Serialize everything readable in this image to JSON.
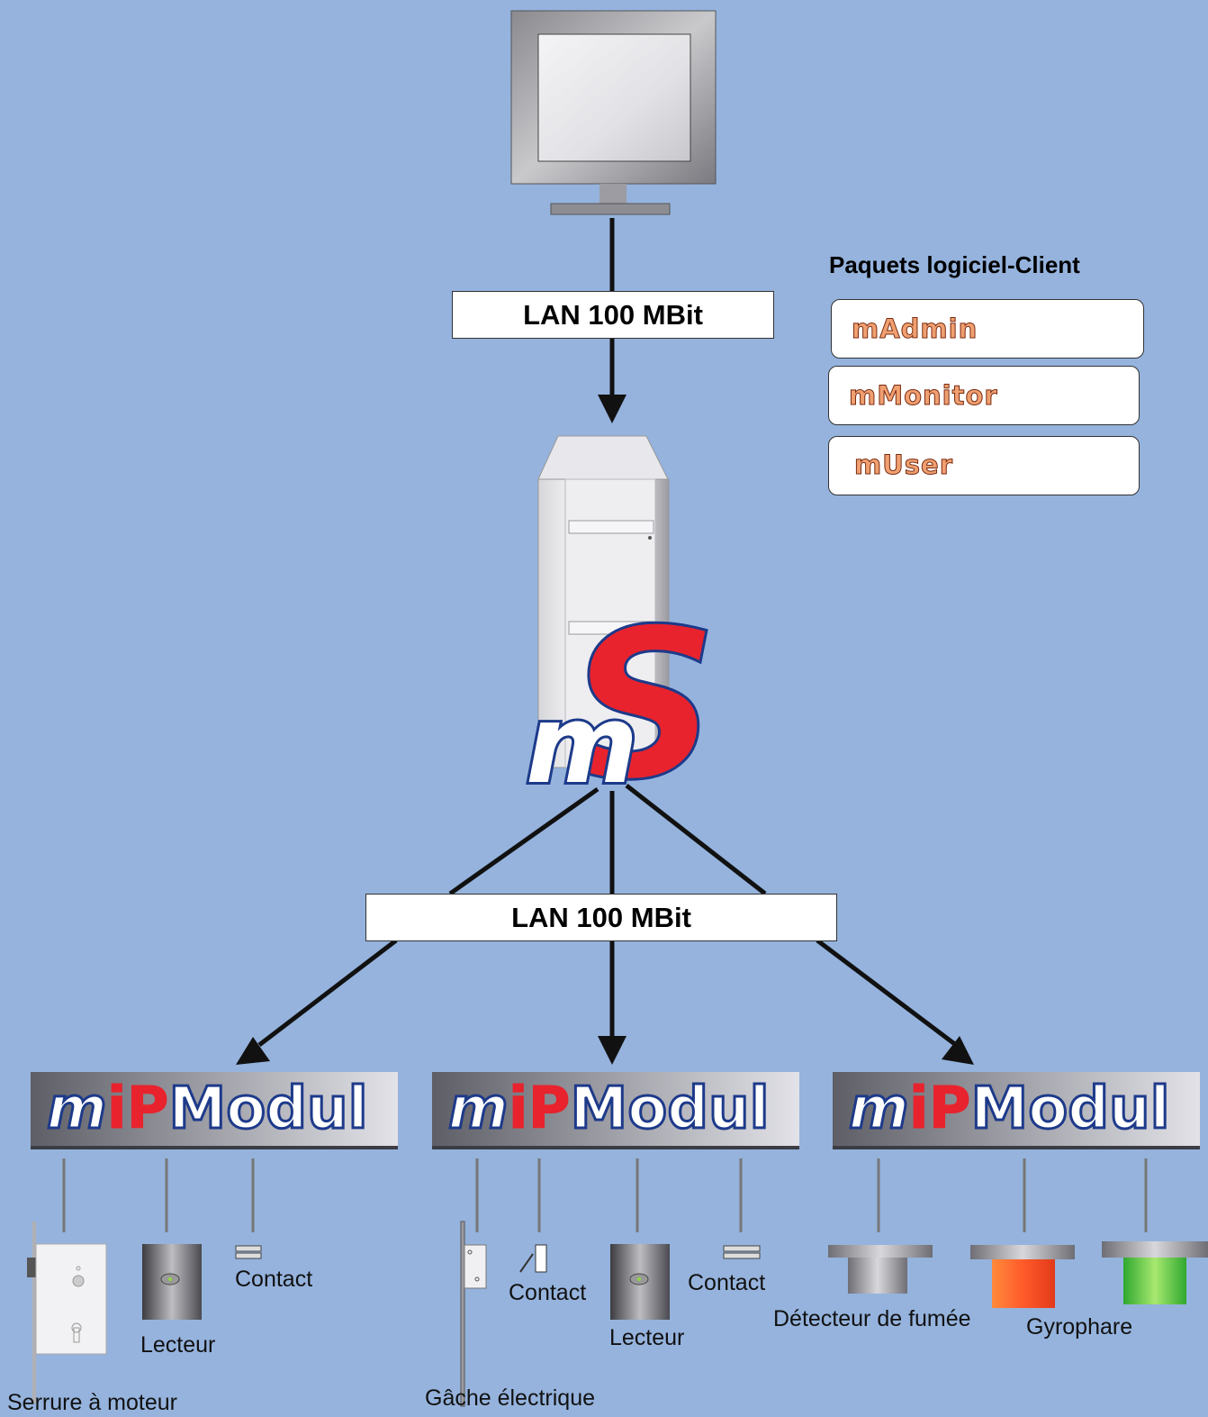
{
  "lan_top": {
    "label": "LAN 100 MBit"
  },
  "lan_mid": {
    "label": "LAN 100 MBit"
  },
  "packages": {
    "title": "Paquets logiciel-Client",
    "items": [
      {
        "label": "mAdmin"
      },
      {
        "label": "mMonitor"
      },
      {
        "label": "mUser"
      }
    ]
  },
  "logo": {
    "letters_m": "m",
    "letters_s": "S"
  },
  "modules": [
    {
      "m": "m",
      "ip": "iP",
      "rest": "Modul"
    },
    {
      "m": "m",
      "ip": "iP",
      "rest": "Modul"
    },
    {
      "m": "m",
      "ip": "iP",
      "rest": "Modul"
    }
  ],
  "devices": {
    "serrure": "Serrure à moteur",
    "lecteur1": "Lecteur",
    "contact1": "Contact",
    "gache": "Gâche électrique",
    "contact2": "Contact",
    "lecteur2": "Lecteur",
    "contact3": "Contact",
    "detecteur": "Détecteur de fumée",
    "gyrophare": "Gyrophare"
  },
  "colors": {
    "background": "#95b3dd",
    "accent_red": "#e8232d",
    "accent_blue": "#1d3a8a",
    "package_text": "#f0a070"
  }
}
